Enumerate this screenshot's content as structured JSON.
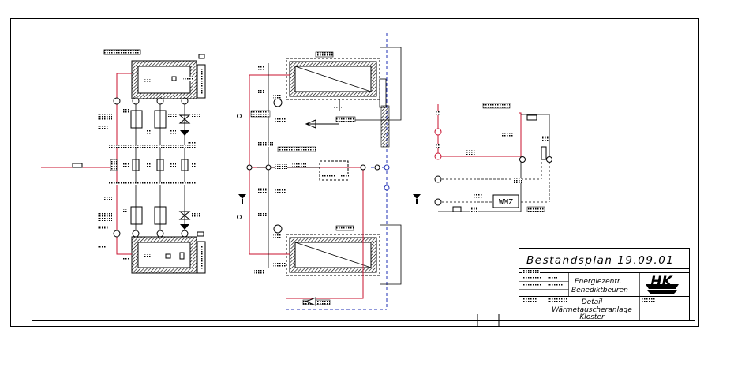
{
  "title_block": {
    "plan_title": "Bestandsplan 19.09.01",
    "project_line1": "Energiezentr.",
    "project_line2": "Benediktbeuren",
    "detail_line1": "Detail",
    "detail_line2": "Wärmetauscheranlage",
    "detail_line3": "Kloster",
    "logo_text": "HK"
  },
  "diagram": {
    "meter_label": "WMZ"
  },
  "colors": {
    "supply_pipe": "#c8102e",
    "return_pipe": "#1f2fb5",
    "linework": "#000000",
    "background": "#ffffff"
  }
}
